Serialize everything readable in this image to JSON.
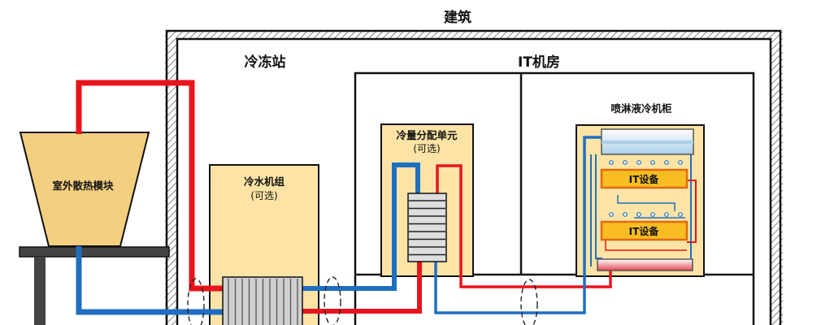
{
  "labels": {
    "building": "建筑",
    "cooling_station": "冷冻站",
    "it_room": "IT机房",
    "outdoor_module": "室外散热模块",
    "chiller": "冷水机组",
    "chiller_optional": "(可选)",
    "cdu": "冷量分配单元",
    "cdu_optional": "(可选)",
    "spray_cabinet": "喷淋液冷机柜",
    "it_equipment_1": "IT设备",
    "it_equipment_2": "IT设备"
  },
  "colors": {
    "hot_pipe": "#e8141c",
    "cold_pipe": "#1f6fc1",
    "component_fill": "#fde4a6",
    "outdoor_fill": "#f3cf80",
    "it_box_fill": "#f7bd22",
    "it_box_border": "#e06a10",
    "wall": "#111111"
  }
}
